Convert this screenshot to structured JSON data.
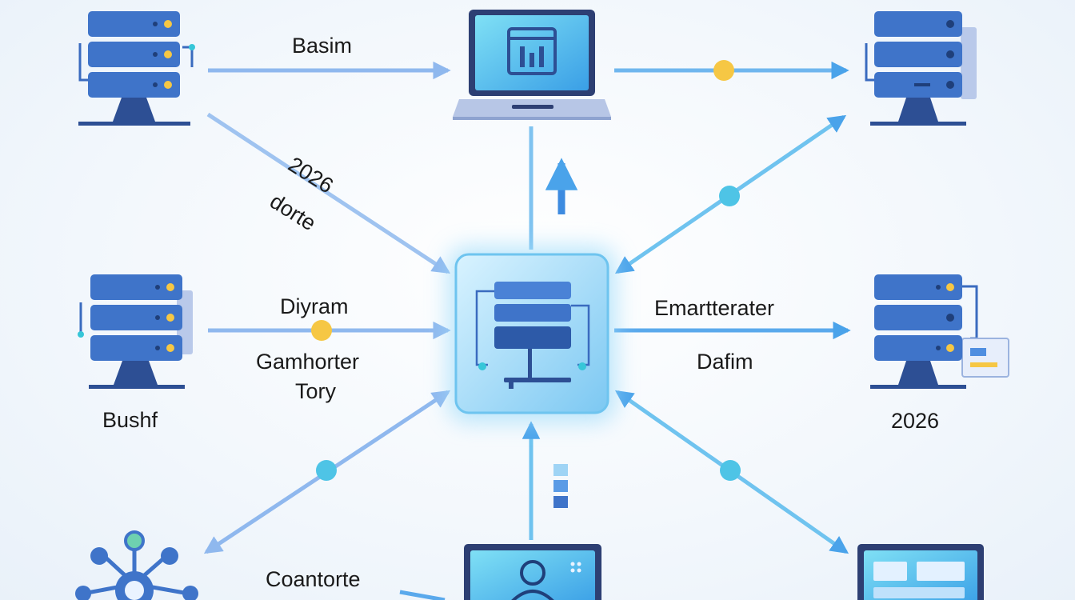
{
  "labels": {
    "top_edge": "Basim",
    "diag_year": "2026",
    "diag_word": "dorte",
    "mid_left_top": "Diyram",
    "mid_left_bottom_1": "Gamhorter",
    "mid_left_bottom_2": "Tory",
    "left_server_caption": "Bushf",
    "mid_right_top": "Emartterater",
    "mid_right_bottom": "Dafim",
    "right_server_caption": "2026",
    "bottom_left_edge": "Coantorte"
  },
  "colors": {
    "server_blue": "#3f74c9",
    "server_dark": "#2d4f94",
    "arrow_blue": "#5aa9ec",
    "arrow_light": "#9fc3f0",
    "dot_yellow": "#f6c744",
    "dot_teal": "#36c6d8",
    "hub_glow": "#8fd6f7",
    "screen_cyan": "#4fc3ef"
  },
  "icons": [
    "server-icon",
    "laptop-icon",
    "hub-database-icon",
    "network-hub-icon",
    "user-monitor-icon",
    "dashboard-monitor-icon"
  ]
}
